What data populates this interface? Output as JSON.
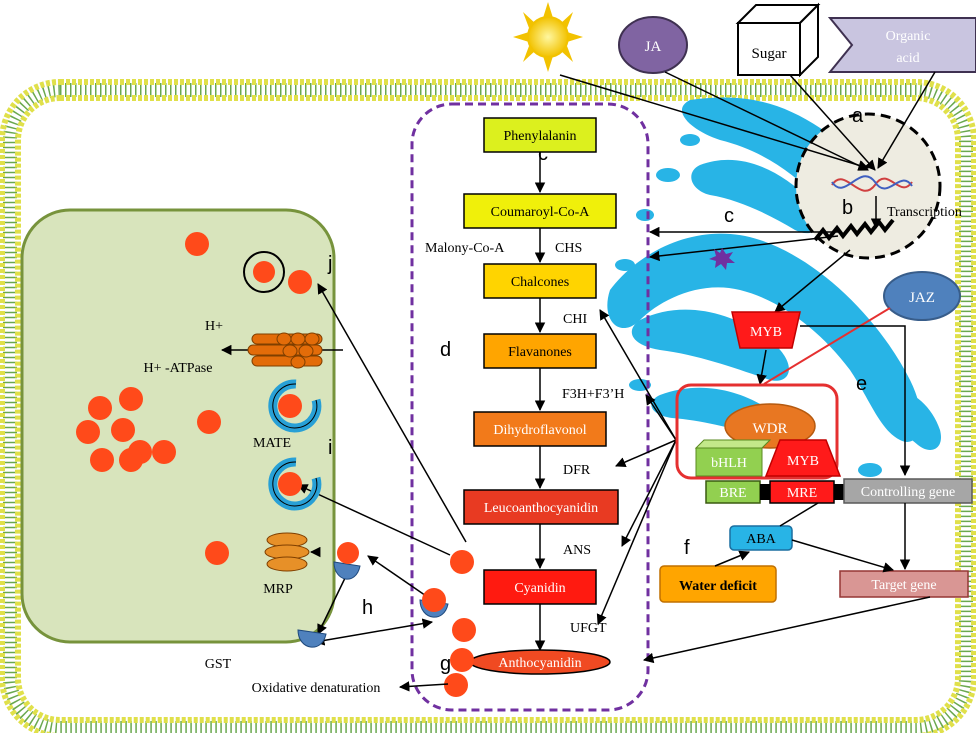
{
  "inputs": {
    "ja": "JA",
    "sugar": "Sugar",
    "organic_acid_line1": "Organic",
    "organic_acid_line2": "acid"
  },
  "letters": {
    "a": "a",
    "b": "b",
    "c_pathway": "c",
    "c_arrow": "c",
    "d": "d",
    "e": "e",
    "f": "f",
    "g": "g",
    "h": "h",
    "i": "i",
    "j": "j"
  },
  "nucleus": {
    "transcription": "Transcription"
  },
  "pathway": {
    "steps": [
      {
        "label": "Phenylalanin",
        "fill": "#dcf01e"
      },
      {
        "label": "Coumaroyl-Co-A",
        "fill": "#f0f00a"
      },
      {
        "label": "Chalcones",
        "fill": "#ffd400"
      },
      {
        "label": "Flavanones",
        "fill": "#ffa500"
      },
      {
        "label": "Dihydroflavonol",
        "fill": "#f27a1a"
      },
      {
        "label": "Leucoanthocyanidin",
        "fill": "#e83a22"
      },
      {
        "label": "Cyanidin",
        "fill": "#ff1a10"
      }
    ],
    "final": "Anthocyanidin",
    "final_fill": "#f04a22",
    "enzymes": {
      "malony": "Malony-Co-A",
      "chs": "CHS",
      "chi": "CHI",
      "f3h": "F3H+F3’H",
      "dfr": "DFR",
      "ans": "ANS",
      "ufgt": "UFGT"
    }
  },
  "regulation": {
    "jaz": "JAZ",
    "myb_top": "MYB",
    "wdr": "WDR",
    "bhlh": "bHLH",
    "myb_complex": "MYB",
    "bre": "BRE",
    "mre": "MRE",
    "controlling_gene": "Controlling gene",
    "aba": "ABA",
    "water_deficit": "Water deficit",
    "target_gene": "Target gene"
  },
  "vacuole": {
    "h_plus": "H+",
    "atpase": "H+ -ATPase",
    "mate": "MATE",
    "mrp": "MRP",
    "gst": "GST",
    "oxidative": "Oxidative denaturation"
  },
  "colors": {
    "membrane_head": "#e0e04a",
    "membrane_tail": "#6aa84f",
    "vacuole_fill": "#d8e4bc",
    "vacuole_stroke": "#77933c",
    "er_blue": "#28b4e6",
    "anthocyanin_dot": "#ff4a1a",
    "dashed_box": "#7030a0",
    "complex_box": "#e53030"
  }
}
